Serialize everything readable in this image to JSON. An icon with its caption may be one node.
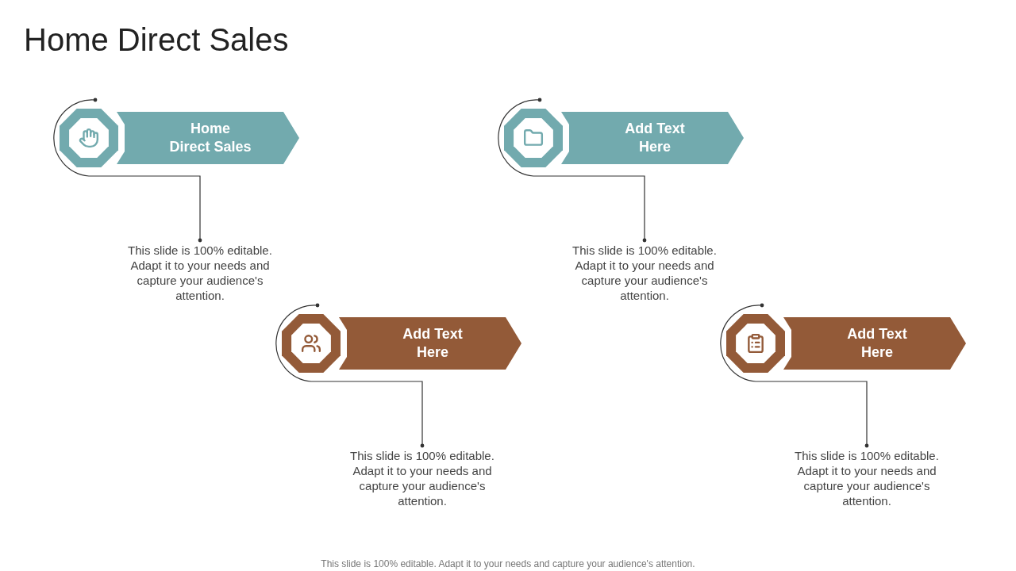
{
  "diagram": {
    "title": "Home Direct Sales",
    "nodes": [
      {
        "text": [],
        "shape": "octagon"
      },
      {
        "text": [
          "Home Direct Sales"
        ]
      },
      {
        "text": [
          "This slide is 100% editable. Adapt it to your needs and capture your audience's attention."
        ]
      },
      {
        "text": [],
        "shape": "octagon"
      },
      {
        "text": [
          "Add Text Here"
        ]
      },
      {
        "text": [
          "This slide is 100% editable. Adapt it to your needs and capture your audience's attention."
        ]
      },
      {
        "text": [],
        "shape": "octagon"
      },
      {
        "text": [
          "Add Text Here"
        ]
      },
      {
        "text": [
          "This slide is 100% editable. Adapt it to your needs and capture your audience's attention."
        ]
      },
      {
        "text": [],
        "shape": "octagon"
      },
      {
        "text": [
          "Add Text Here"
        ]
      },
      {
        "text": [
          "This slide is 100% editable. Adapt it to your needs and capture your audience's attention."
        ]
      }
    ],
    "edges": [
      {
        "from": 0,
        "to": 2,
        "arrow": "other"
      },
      {
        "from": 3,
        "to": 5,
        "arrow": "other"
      },
      {
        "from": 6,
        "to": 8,
        "arrow": "other"
      },
      {
        "from": 9,
        "to": 11,
        "arrow": "other"
      }
    ],
    "labels": [
      "This slide is 100% editable. Adapt it to your needs and capture your audience's attention."
    ]
  }
}
